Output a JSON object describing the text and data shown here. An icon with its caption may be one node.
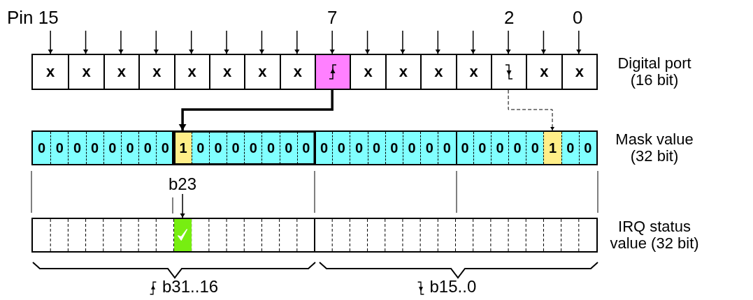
{
  "diagram": {
    "nodes": [
      {
        "text": [],
        "shape": "box",
        "beside": [
          "Digital port (16 bit)"
        ]
      },
      {
        "text": [
          "x"
        ],
        "in": 0
      },
      {
        "text": [
          "x"
        ],
        "in": 0
      },
      {
        "text": [
          "x"
        ],
        "in": 0
      },
      {
        "text": [
          "x"
        ],
        "in": 0
      },
      {
        "text": [
          "x"
        ],
        "in": 0
      },
      {
        "text": [
          "x"
        ],
        "in": 0
      },
      {
        "text": [
          "x"
        ],
        "in": 0
      },
      {
        "text": [
          "x"
        ],
        "in": 0
      },
      {
        "text": [],
        "shape": "box",
        "in": 0
      },
      {
        "text": [
          "x"
        ],
        "in": 0
      },
      {
        "text": [
          "x"
        ],
        "in": 0
      },
      {
        "text": [
          "x"
        ],
        "in": 0
      },
      {
        "text": [
          "x"
        ],
        "in": 0
      },
      {
        "text": [],
        "shape": "box",
        "in": 0
      },
      {
        "text": [
          "x"
        ],
        "in": 0
      },
      {
        "text": [
          "x"
        ],
        "in": 0
      },
      {
        "text": [],
        "shape": "box",
        "beside": [
          "Mask value (32 bit)"
        ]
      },
      {
        "text": [
          "0"
        ],
        "in": 17
      },
      {
        "text": [
          "0"
        ],
        "in": 17
      },
      {
        "text": [
          "0"
        ],
        "in": 17
      },
      {
        "text": [
          "0"
        ],
        "in": 17
      },
      {
        "text": [
          "0"
        ],
        "in": 17
      },
      {
        "text": [
          "0"
        ],
        "in": 17
      },
      {
        "text": [
          "0"
        ],
        "in": 17
      },
      {
        "text": [
          "0"
        ],
        "in": 17
      },
      {
        "text": [
          "1"
        ],
        "in": 17
      },
      {
        "text": [
          "0"
        ],
        "in": 17
      },
      {
        "text": [
          "0"
        ],
        "in": 17
      },
      {
        "text": [
          "0"
        ],
        "in": 17
      },
      {
        "text": [
          "0"
        ],
        "in": 17
      },
      {
        "text": [
          "0"
        ],
        "in": 17
      },
      {
        "text": [
          "0"
        ],
        "in": 17
      },
      {
        "text": [
          "0"
        ],
        "in": 17
      },
      {
        "text": [
          "0"
        ],
        "in": 17
      },
      {
        "text": [
          "0"
        ],
        "in": 17
      },
      {
        "text": [
          "0"
        ],
        "in": 17
      },
      {
        "text": [
          "0"
        ],
        "in": 17
      },
      {
        "text": [
          "0"
        ],
        "in": 17
      },
      {
        "text": [
          "0"
        ],
        "in": 17
      },
      {
        "text": [
          "0"
        ],
        "in": 17
      },
      {
        "text": [
          "0"
        ],
        "in": 17
      },
      {
        "text": [
          "0"
        ],
        "in": 17
      },
      {
        "text": [
          "0"
        ],
        "in": 17
      },
      {
        "text": [
          "0"
        ],
        "in": 17
      },
      {
        "text": [
          "0"
        ],
        "in": 17
      },
      {
        "text": [
          "0"
        ],
        "in": 17
      },
      {
        "text": [
          "1"
        ],
        "in": 17
      },
      {
        "text": [
          "0"
        ],
        "in": 17
      },
      {
        "text": [
          "0"
        ],
        "in": 17
      },
      {
        "text": [],
        "shape": "box",
        "beside": [
          "IRQ status value (32 bit)"
        ]
      },
      {
        "text": [],
        "shape": "box",
        "in": 50
      },
      {
        "text": [
          "b23"
        ]
      }
    ],
    "edges": [
      {
        "from": null,
        "to": 1,
        "arrow": "to"
      },
      {
        "from": null,
        "to": 2,
        "arrow": "to"
      },
      {
        "from": null,
        "to": 3,
        "arrow": "to"
      },
      {
        "from": null,
        "to": 4,
        "arrow": "to"
      },
      {
        "from": null,
        "to": 5,
        "arrow": "to"
      },
      {
        "from": null,
        "to": 6,
        "arrow": "to"
      },
      {
        "from": null,
        "to": 7,
        "arrow": "to"
      },
      {
        "from": null,
        "to": 8,
        "arrow": "to"
      },
      {
        "from": null,
        "to": 9,
        "arrow": "to"
      },
      {
        "from": null,
        "to": 10,
        "arrow": "to"
      },
      {
        "from": null,
        "to": 11,
        "arrow": "to"
      },
      {
        "from": null,
        "to": 12,
        "arrow": "to"
      },
      {
        "from": null,
        "to": 13,
        "arrow": "to"
      },
      {
        "from": null,
        "to": 14,
        "arrow": "to"
      },
      {
        "from": null,
        "to": 15,
        "arrow": "to"
      },
      {
        "from": null,
        "to": 16,
        "arrow": "to"
      },
      {
        "from": 9,
        "to": 26,
        "arrow": "to",
        "style": "thick"
      },
      {
        "from": 14,
        "to": 47,
        "arrow": "to",
        "style": "dashed"
      },
      {
        "from": 52,
        "to": 51,
        "arrow": "to"
      }
    ],
    "labels": [
      "Pin 15",
      "7",
      "2",
      "0",
      "b31..16",
      "b15..0"
    ]
  }
}
